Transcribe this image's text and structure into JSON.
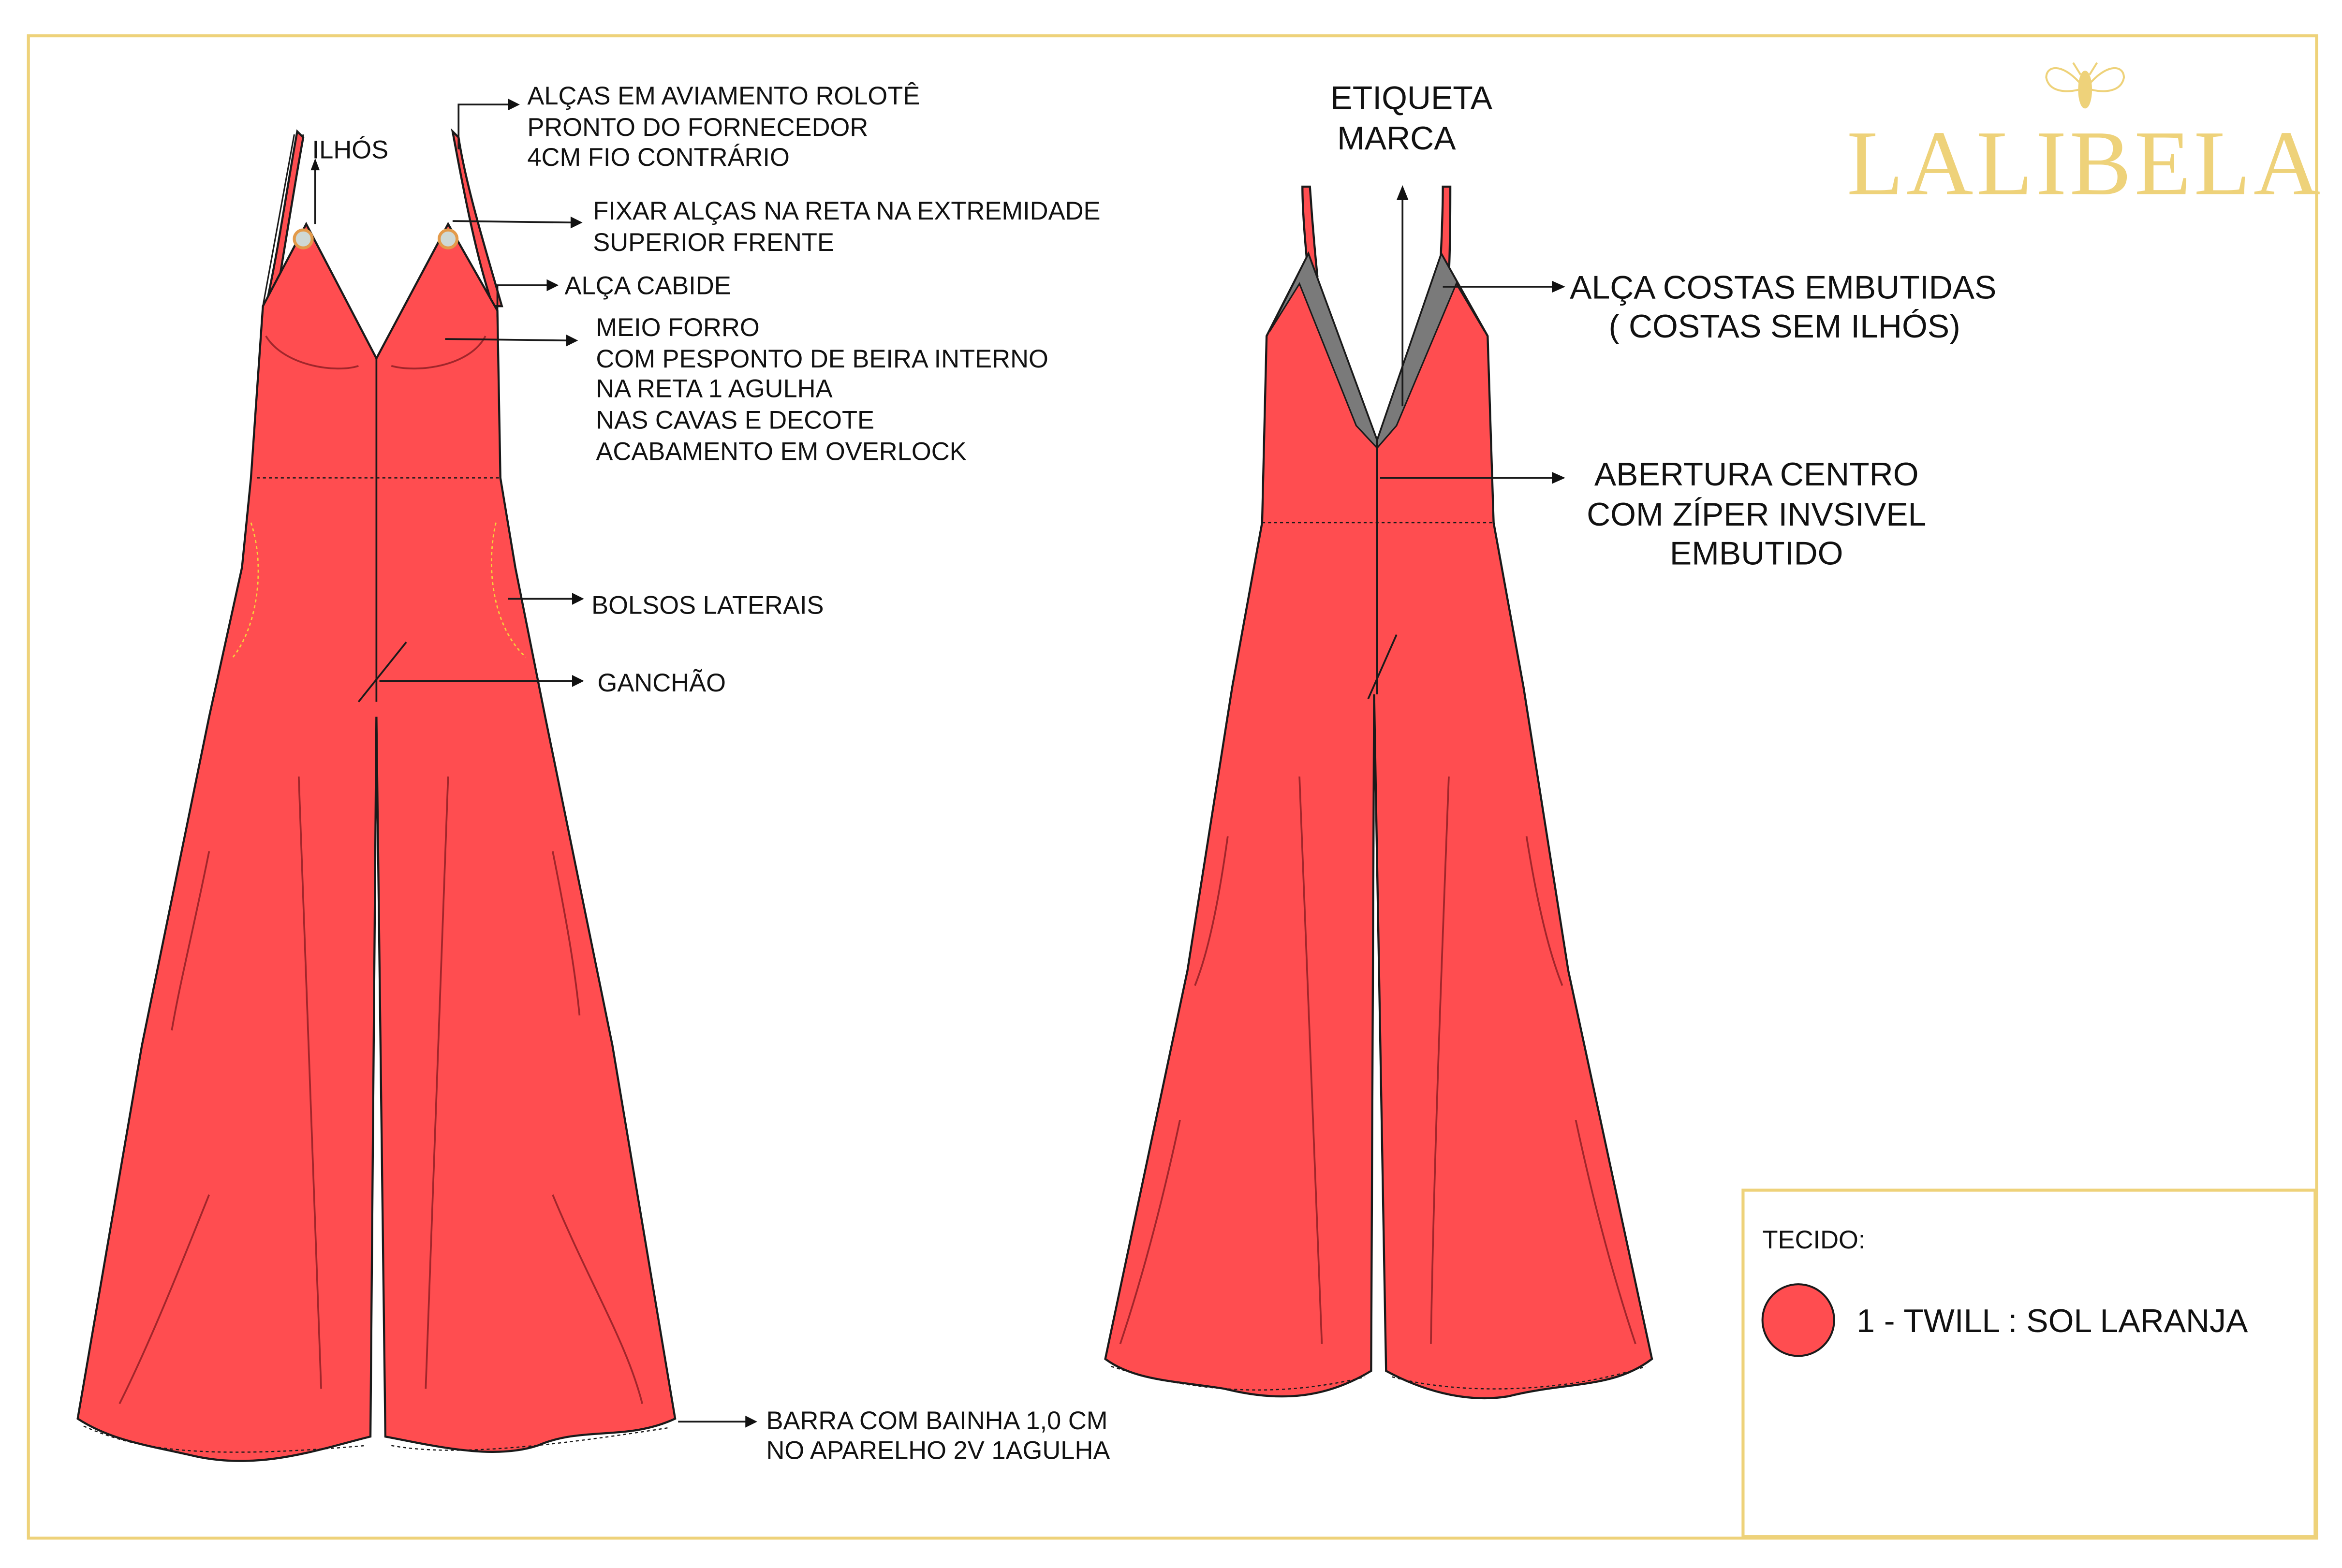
{
  "brand": {
    "name": "LALIBELA",
    "color": "#eed27a"
  },
  "front_labels": {
    "ilhos": "ILHÓS",
    "alcas": [
      "ALÇAS EM AVIAMENTO ROLOTÊ",
      "PRONTO DO FORNECEDOR",
      "4CM FIO CONTRÁRIO"
    ],
    "fixar": [
      "FIXAR ALÇAS NA RETA NA EXTREMIDADE",
      "SUPERIOR FRENTE"
    ],
    "alca_cabide": "ALÇA CABIDE",
    "meio_forro": [
      "MEIO FORRO",
      "COM PESPONTO DE BEIRA INTERNO",
      "NA RETA 1 AGULHA",
      "NAS CAVAS E DECOTE",
      "ACABAMENTO EM OVERLOCK"
    ],
    "bolsos": "BOLSOS LATERAIS",
    "ganchao": "GANCHÃO",
    "barra": [
      "BARRA COM BAINHA 1,0 CM",
      "NO APARELHO 2V 1AGULHA"
    ]
  },
  "back_labels": {
    "etiqueta": [
      "ETIQUETA",
      "MARCA"
    ],
    "alca_costas": [
      "ALÇA COSTAS EMBUTIDAS",
      "( COSTAS SEM ILHÓS)"
    ],
    "abertura": [
      "ABERTURA CENTRO",
      "COM ZÍPER INVSIVEL",
      "EMBUTIDO"
    ]
  },
  "fabric": {
    "title": "TECIDO:",
    "items": [
      {
        "label": "1 - TWILL : SOL LARANJA",
        "color": "#ff4d50"
      }
    ]
  },
  "colors": {
    "garment": "#ff4d50",
    "frame": "#eed27a",
    "lining": "#7a7a7a"
  }
}
